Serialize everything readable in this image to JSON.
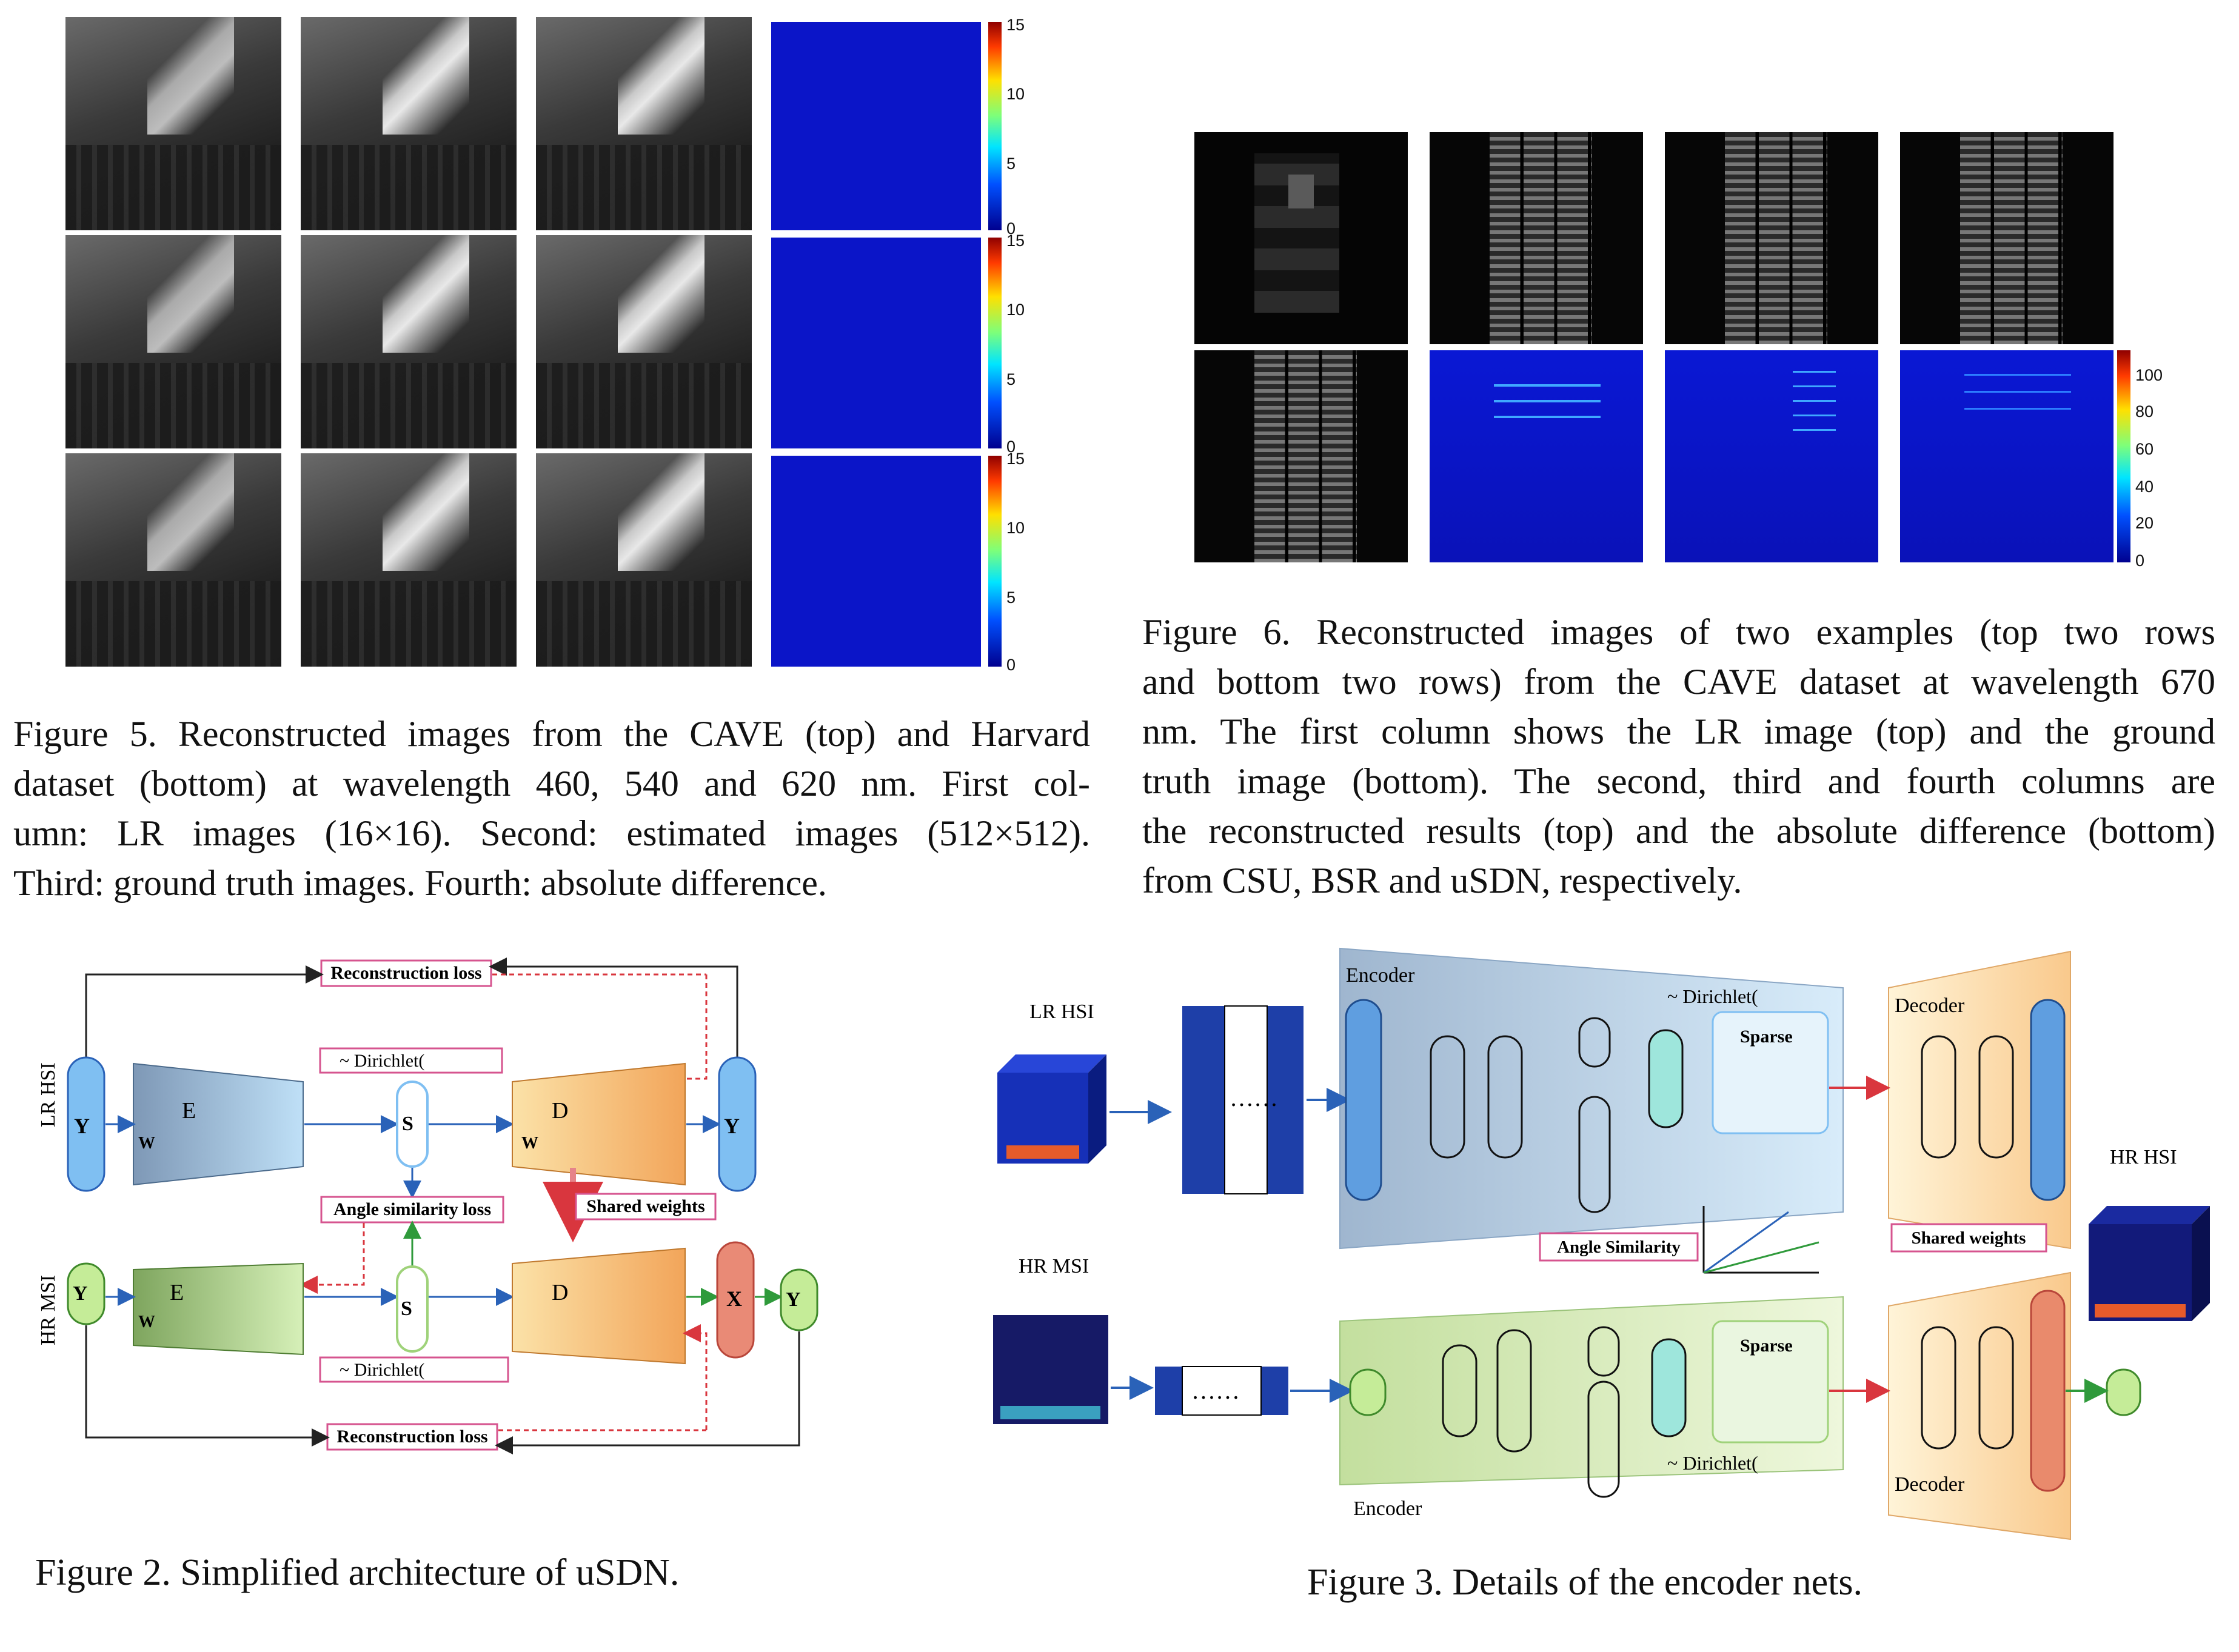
{
  "figure5": {
    "caption_lines": [
      "Figure 5. Reconstructed images from the CAVE (top) and Harvard",
      "dataset (bottom) at wavelength 460, 540 and 620 nm.  First col-",
      "umn: LR images (16×16). Second: estimated images (512×512).",
      "Third: ground truth images. Fourth: absolute difference."
    ],
    "colorbar_ticks": [
      "15",
      "10",
      "5",
      "0"
    ]
  },
  "figure6": {
    "caption_lines": [
      "Figure 6. Reconstructed images of two examples (top two rows",
      "and bottom two rows) from the CAVE dataset at wavelength 670",
      "nm.  The first column shows the LR image (top) and the ground",
      "truth image (bottom).  The second, third and fourth columns are",
      "the reconstructed results (top) and the absolute difference (bottom)",
      "from CSU, BSR and uSDN, respectively."
    ],
    "colorbar_ticks": [
      "100",
      "80",
      "60",
      "40",
      "20",
      "0"
    ]
  },
  "figure2": {
    "caption": "Figure 2. Simplified architecture of uSDN.",
    "labels": {
      "recon_loss_top": "Reconstruction loss",
      "recon_loss_bottom": "Reconstruction loss",
      "angle_loss": "Angle similarity loss",
      "shared_weights": "Shared weights",
      "lr_hsi": "LR HSI",
      "hr_msi": "HR MSI",
      "yh": "Y",
      "ym": "Y",
      "eh": "E",
      "em": "E",
      "dh": "D",
      "dm": "D",
      "sh": "S",
      "sm": "S",
      "x": "X",
      "dir_h": "~ Dirichlet(",
      "dir_m": "~ Dirichlet(",
      "w_h": "W",
      "w_m": "W",
      "w_d": "W"
    }
  },
  "figure3": {
    "caption": "Figure 3. Details of the encoder nets.",
    "labels": {
      "lr_hsi": "LR HSI",
      "hr_msi": "HR MSI",
      "hr_hsi": "HR HSI",
      "encoder_top": "Encoder",
      "encoder_bottom": "Encoder",
      "decoder_top": "Decoder",
      "decoder_bottom": "Decoder",
      "sparse_top": "Sparse",
      "sparse_bottom": "Sparse",
      "angle": "Angle Similarity",
      "shared": "Shared weights",
      "dir_h": "~ Dirichlet(",
      "dir_m": "~ Dirichlet(",
      "dots": "……"
    }
  }
}
